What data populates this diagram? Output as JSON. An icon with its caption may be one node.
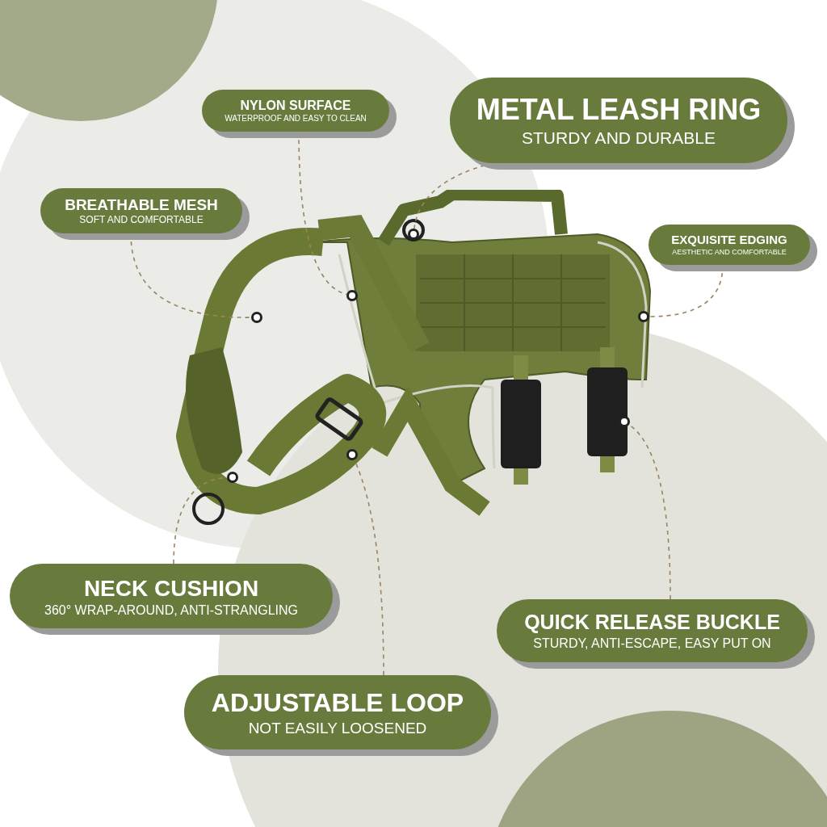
{
  "diagram": {
    "nodes": [
      {
        "text": [
          "NYLON SURFACE",
          "WATERPROOF AND EASY TO CLEAN"
        ]
      },
      {
        "text": [
          "METAL LEASH RING",
          "STURDY AND DURABLE"
        ]
      },
      {
        "text": [
          "BREATHABLE MESH",
          "SOFT AND COMFORTABLE"
        ]
      },
      {
        "text": [
          "EXQUISITE EDGING",
          "AESTHETIC AND COMFORTABLE"
        ]
      },
      {
        "text": [
          "NECK CUSHION",
          "360° WRAP-AROUND, ANTI-STRANGLING"
        ]
      },
      {
        "text": [
          "QUICK RELEASE BUCKLE",
          "STURDY, ANTI-ESCAPE, EASY PUT ON"
        ]
      },
      {
        "text": [
          "ADJUSTABLE LOOP",
          "NOT EASILY LOOSENED"
        ]
      },
      {
        "text": [],
        "shape": "circle"
      },
      {
        "text": [],
        "shape": "circle"
      },
      {
        "text": [],
        "shape": "circle"
      },
      {
        "text": [],
        "shape": "circle"
      },
      {
        "text": [],
        "shape": "circle"
      },
      {
        "text": [],
        "shape": "circle"
      },
      {
        "text": [],
        "shape": "circle"
      }
    ],
    "edges": [
      {
        "from": 0,
        "to": 7,
        "arrow": "none",
        "style": "dashed"
      },
      {
        "from": 1,
        "to": 8,
        "arrow": "none",
        "style": "dashed"
      },
      {
        "from": 2,
        "to": 9,
        "arrow": "none",
        "style": "dashed"
      },
      {
        "from": 3,
        "to": 10,
        "arrow": "none",
        "style": "dashed"
      },
      {
        "from": 4,
        "to": 11,
        "arrow": "none",
        "style": "dashed"
      },
      {
        "from": 5,
        "to": 12,
        "arrow": "none",
        "style": "dashed"
      },
      {
        "from": 6,
        "to": 13,
        "arrow": "none",
        "style": "dashed"
      }
    ]
  }
}
